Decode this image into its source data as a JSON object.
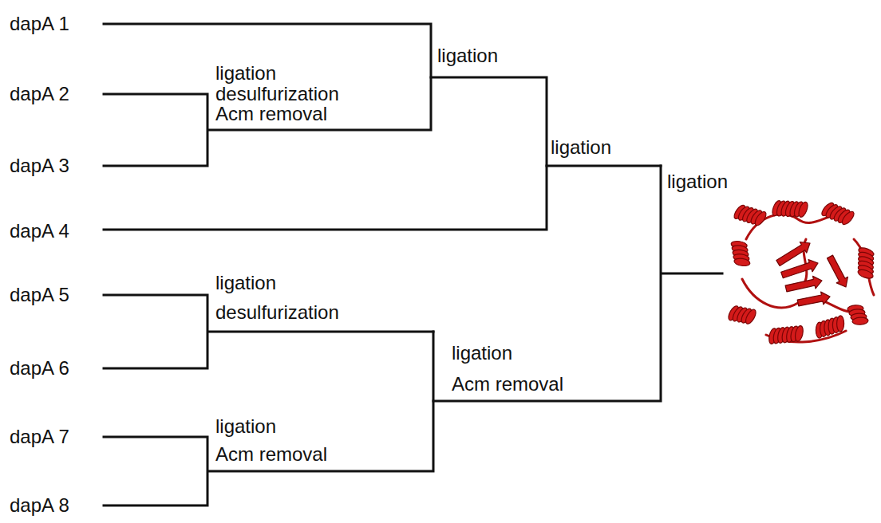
{
  "diagram": {
    "labels": [
      "dapA 1",
      "ligation",
      "ligation",
      "dapA 2",
      "desulfurization",
      "Acm removal",
      "ligation",
      "dapA 3",
      "ligation",
      "dapA 4",
      "ligation",
      "dapA 5",
      "desulfurization",
      "ligation",
      "dapA 6",
      "Acm removal",
      "ligation",
      "dapA 7",
      "Acm removal",
      "dapA 8"
    ]
  }
}
